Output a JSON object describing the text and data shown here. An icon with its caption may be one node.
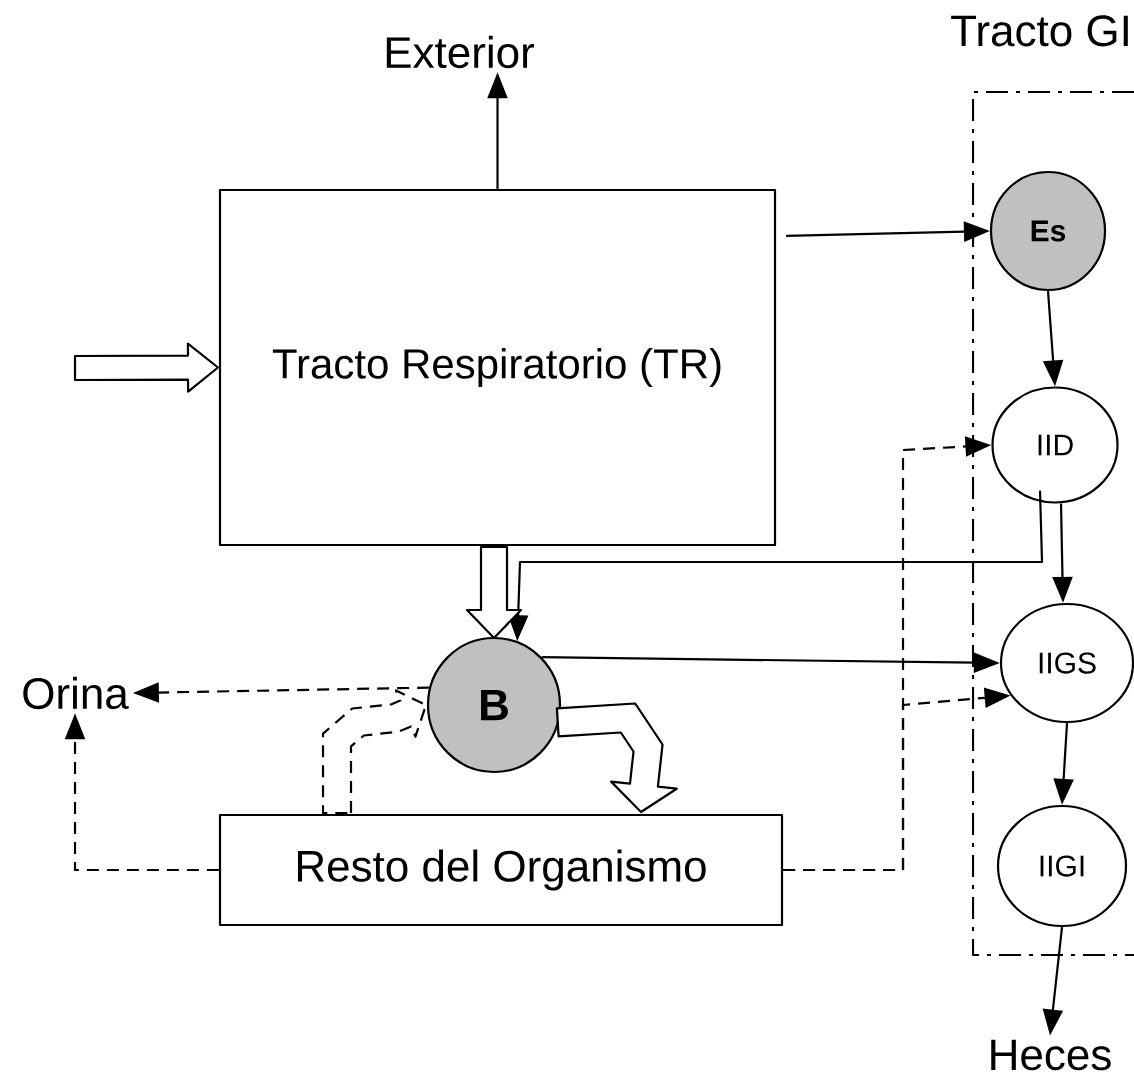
{
  "diagram": {
    "nodes": [
      {
        "text": [
          "Tracto GI"
        ]
      },
      {
        "text": [
          "Exterior"
        ]
      },
      {
        "text": [
          "Tracto Respiratorio (TR)"
        ]
      },
      {
        "text": [
          "Es"
        ],
        "in": 0
      },
      {
        "text": [
          "IID"
        ],
        "in": 0
      },
      {
        "text": [
          "IIGS"
        ],
        "in": 0
      },
      {
        "text": [
          "IIGI"
        ],
        "in": 0
      },
      {
        "text": [
          "B"
        ]
      },
      {
        "text": [
          "Orina"
        ]
      },
      {
        "text": [
          "Resto del Organismo"
        ]
      },
      {
        "text": [
          "Heces"
        ]
      }
    ],
    "edges": [
      {
        "from": null,
        "to": 2,
        "arrow": "to"
      },
      {
        "from": 2,
        "to": 1,
        "arrow": "to"
      },
      {
        "from": 2,
        "to": 3,
        "arrow": "to"
      },
      {
        "from": 3,
        "to": 4,
        "arrow": "to"
      },
      {
        "from": 4,
        "to": 5,
        "arrow": "to"
      },
      {
        "from": 4,
        "to": 7,
        "arrow": "to"
      },
      {
        "from": 2,
        "to": 7,
        "arrow": "to"
      },
      {
        "from": 7,
        "to": 5,
        "arrow": "to"
      },
      {
        "from": 7,
        "to": 8,
        "arrow": "to",
        "style": "dashed"
      },
      {
        "from": 7,
        "to": 9,
        "arrow": "to"
      },
      {
        "from": 9,
        "to": 7,
        "arrow": "to",
        "style": "dashed"
      },
      {
        "from": 9,
        "to": 8,
        "arrow": "to",
        "style": "dashed"
      },
      {
        "from": 9,
        "to": 4,
        "arrow": "to",
        "style": "dashed"
      },
      {
        "from": 9,
        "to": 5,
        "arrow": "to",
        "style": "dashed"
      },
      {
        "from": 5,
        "to": 6,
        "arrow": "to"
      },
      {
        "from": 6,
        "to": 10,
        "arrow": "to"
      }
    ]
  }
}
